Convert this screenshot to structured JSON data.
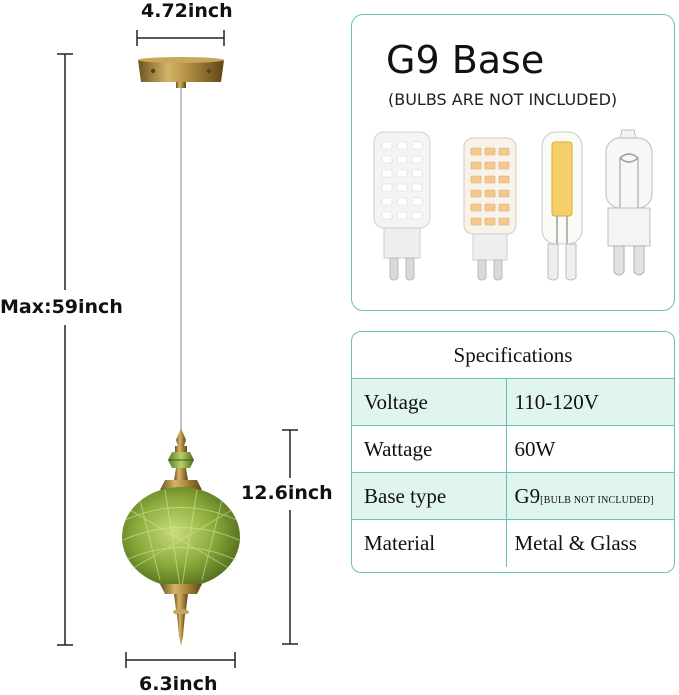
{
  "dimensions": {
    "width_label": "4.72inch",
    "height_label": "Max:59inch",
    "shade_height_label": "12.6inch",
    "shade_width_label": "6.3inch"
  },
  "base_card": {
    "title": "G9 Base",
    "subtitle": "(BULBS ARE NOT INCLUDED)"
  },
  "specs": {
    "title": "Specifications",
    "rows": [
      {
        "key": "Voltage",
        "value": "110-120V",
        "note": ""
      },
      {
        "key": "Wattage",
        "value": "60W",
        "note": ""
      },
      {
        "key": "Base type",
        "value": "G9",
        "note": "[BULB NOT INCLUDED]"
      },
      {
        "key": "Material",
        "value": "Metal & Glass",
        "note": ""
      }
    ]
  },
  "colors": {
    "accent": "#69c2ba",
    "row_shade": "#e0f5ee",
    "brass": "#a8843e",
    "glass": "#8cab3c"
  }
}
